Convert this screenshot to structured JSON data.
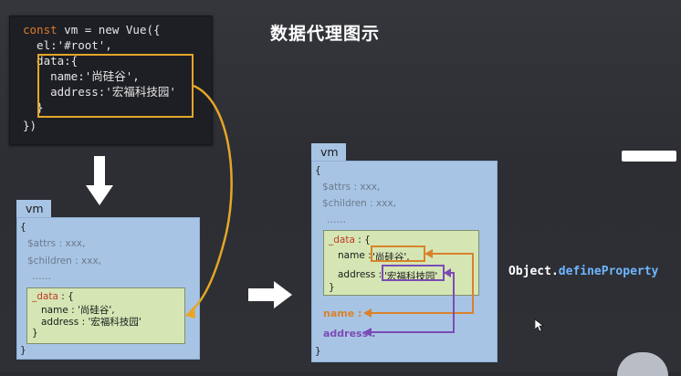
{
  "slide": {
    "title": "数据代理图示"
  },
  "code": {
    "line1_kw": "const",
    "line1_rest": " vm = new Vue({",
    "line2": "  el:'#root',",
    "line3": "  data:{",
    "line4": "    name:'尚硅谷',",
    "line5": "    address:'宏福科技园'",
    "line6": "  }",
    "line7": "})"
  },
  "vm_left": {
    "tab": "vm",
    "open_brace": "{",
    "attrs": "$attrs : xxx,",
    "children": "$children : xxx,",
    "ellipsis": "……",
    "data_key": "_data",
    "data_open": ": {",
    "name_line": "name : '尚硅谷',",
    "address_line": "address : '宏福科技园'",
    "inner_close": "}",
    "close_brace": "}"
  },
  "vm_right": {
    "tab": "vm",
    "open_brace": "{",
    "attrs": "$attrs : xxx,",
    "children": "$children : xxx,",
    "ellipsis": "……",
    "data_key": "_data",
    "data_open": ": {",
    "name_key": "name :",
    "name_val": "'尚硅谷',",
    "address_key": "address :",
    "address_val": "'宏福科技园'",
    "inner_close": "}",
    "proxy_name": "name :",
    "proxy_address": "address :",
    "close_brace": "}"
  },
  "define_property": {
    "object": "Object.",
    "method": "defineProperty"
  },
  "colors": {
    "background": "#2e3035",
    "code_bg": "#1e1f24",
    "keyword": "#d97a2c",
    "data_highlight": "#e5a628",
    "vm_box": "#a8c4e4",
    "inner_box": "#d5e6b4",
    "name_proxy": "#d9822b",
    "address_proxy": "#7b4bb5",
    "method": "#6fb6ff"
  },
  "icons": {
    "down_arrow": "down-arrow-icon",
    "right_arrow": "right-arrow-icon",
    "cursor": "cursor-icon"
  }
}
